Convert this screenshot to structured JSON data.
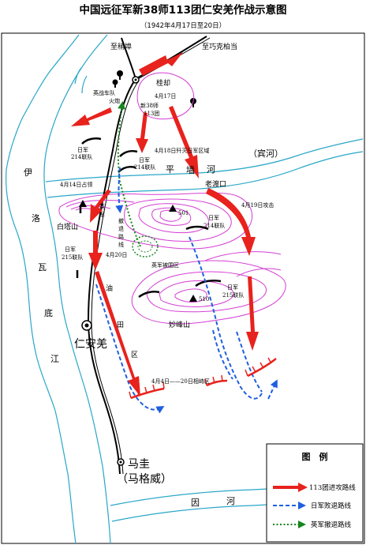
{
  "title": "中国远征军新38师113团仁安羌作战示意图",
  "subtitle": "（1942年4月17日至20日）",
  "places": {
    "to_shwebo": "至稍埠",
    "to_kyaukpadaung": "至巧克柏当",
    "gueque": "桂却",
    "pinchaung_river": "平墙河",
    "bin_river": "（宾河）",
    "irrawaddy_1": "伊",
    "irrawaddy_2": "洛",
    "irrawaddy_3": "瓦",
    "irrawaddy_4": "底",
    "irrawaddy_5": "江",
    "old_ferry": "老渡口",
    "white_pagoda_hill": "白塔山",
    "yenangyaung": "仁安羌",
    "oilfield_1": "油",
    "oilfield_2": "田",
    "oilfield_3": "区",
    "miaofeng_hill": "妙峰山",
    "magwe": "马圭",
    "magwe_alt": "（马格威）",
    "yin_river_1": "因",
    "yin_river_2": "河"
  },
  "annotations": {
    "british_vehicles": "英战车队",
    "fire_site": "火炮",
    "apr17": "4月17日",
    "new38_a": "新38师",
    "new38_b": "113团",
    "jp214_a_1": "日军",
    "jp214_a_2": "214联队",
    "jp214_b_1": "日军",
    "jp214_b_2": "214联队",
    "apr18": "4月18日歼灭日军区域",
    "apr14": "4月14日占领",
    "british_retreat_1": "英",
    "british_retreat_2": "军",
    "british_retreat_3": "撤",
    "british_retreat_4": "退",
    "british_retreat_5": "路",
    "british_retreat_6": "线",
    "apr19": "4月19日攻击",
    "jp214_c_1": "日军",
    "jp214_c_2": "214联队",
    "elev_501": "501",
    "jp215_a_1": "日军",
    "jp215_a_2": "215联队",
    "apr20": "4月20日",
    "british_siege": "英军被围区",
    "jp215_b_1": "日军",
    "jp215_b_2": "215联队",
    "elev_510": "510",
    "standoff": "4月4日——20日相峙区"
  },
  "legend": {
    "title": "图　例",
    "items": [
      {
        "label": "113团进攻路线",
        "color": "#e8221d",
        "style": "solid-arrow"
      },
      {
        "label": "日军败退路线",
        "color": "#1f5fe0",
        "style": "dashed-arrow"
      },
      {
        "label": "英军撤退路线",
        "color": "#16861e",
        "style": "dotted-arrow"
      }
    ]
  },
  "colors": {
    "attack": "#e8221d",
    "japanese_retreat": "#1f5fe0",
    "british_retreat": "#16861e",
    "hill_contour": "#d43fd4",
    "river": "#2aa7c8"
  }
}
